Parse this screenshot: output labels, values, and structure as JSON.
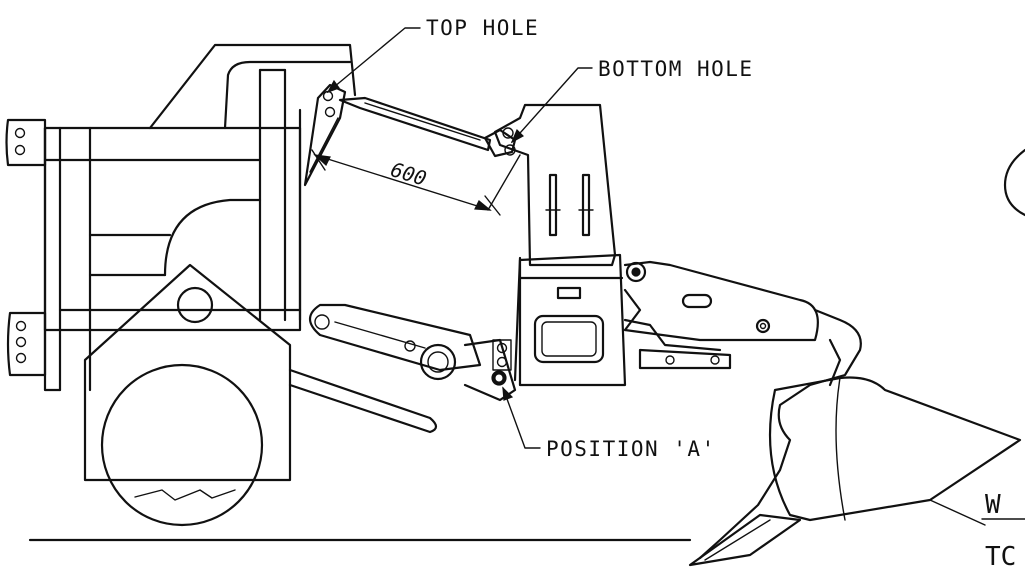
{
  "labels": {
    "top_hole": "TOP HOLE",
    "bottom_hole": "BOTTOM HOLE",
    "dimension": "600",
    "position_a": "POSITION 'A'"
  },
  "edge_text": {
    "w": "W",
    "tc": "TC"
  }
}
